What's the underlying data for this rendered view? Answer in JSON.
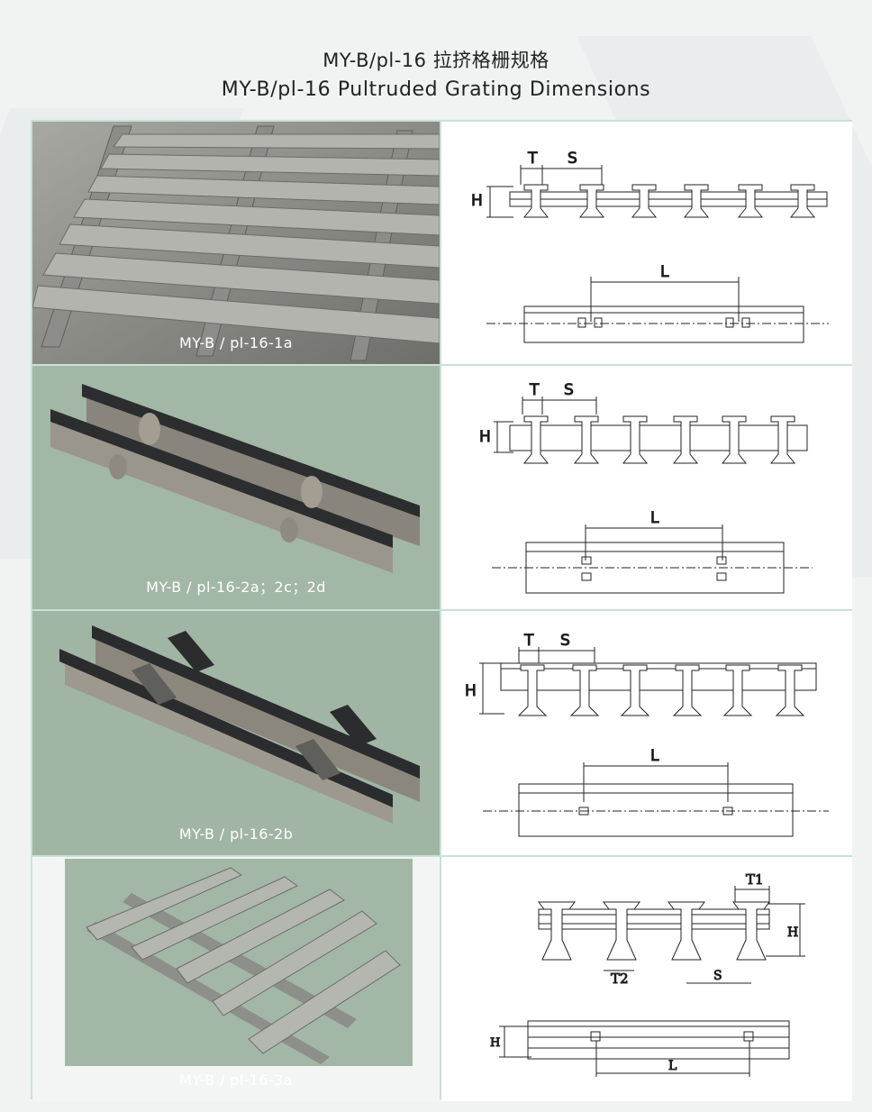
{
  "header": {
    "title_cn": "MY-B/pl-16 拉挤格栅规格",
    "title_en": "MY-B/pl-16 Pultruded Grating Dimensions"
  },
  "rows": [
    {
      "caption": "MY-B / pl-16-1a",
      "labels": {
        "t": "T",
        "s": "S",
        "h": "H",
        "l": "L"
      }
    },
    {
      "caption": "MY-B / pl-16-2a；2c；2d",
      "labels": {
        "t": "T",
        "s": "S",
        "h": "H",
        "l": "L"
      }
    },
    {
      "caption": "MY-B / pl-16-2b",
      "labels": {
        "t": "T",
        "s": "S",
        "h": "H",
        "l": "L"
      }
    },
    {
      "caption": "MY-B / pl-16-3a",
      "labels": {
        "t1": "T1",
        "t2": "T2",
        "s": "S",
        "h": "H",
        "h2": "H",
        "l": "L"
      }
    }
  ],
  "colors": {
    "border": "#c8e1d6",
    "photo_bg_1": "#8a8a84",
    "photo_bg_2": "#a3b8a6",
    "bar_dark": "#2a2d2e",
    "bar_grey": "#8f918c"
  }
}
